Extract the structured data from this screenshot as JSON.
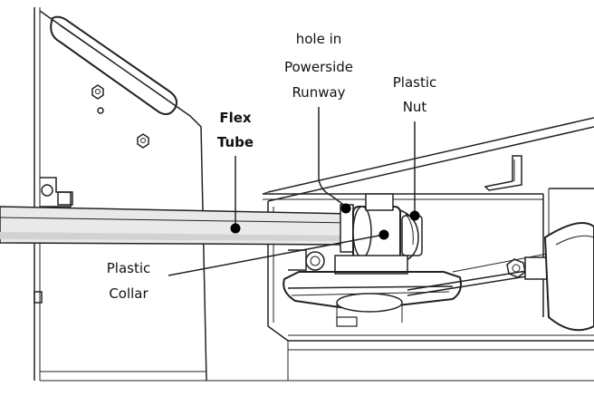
{
  "labels": {
    "hole_line1": "hole",
    "hole_line2": "in",
    "hole_line3": "Powerside",
    "hole_line4": "Runway",
    "nut_line1": "Plastic",
    "nut_line2": "Nut",
    "flex_line1": "Flex",
    "flex_line2": "Tube",
    "collar_line1": "Plastic",
    "collar_line2": "Collar"
  },
  "colors": {
    "line": "#222222",
    "tube_fill": "#e9e9e9",
    "tube_highlight": "#d2d2d2",
    "text": "#111111"
  }
}
